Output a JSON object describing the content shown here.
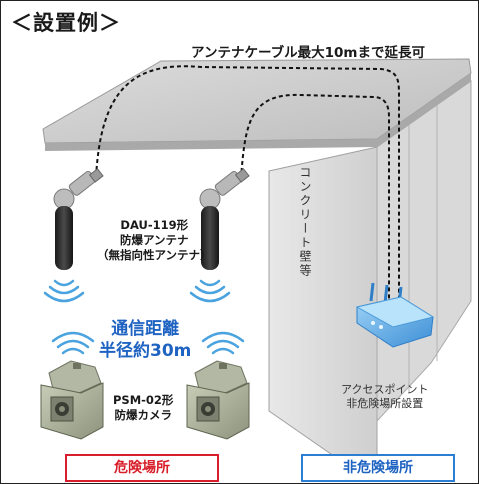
{
  "title": "＜設置例＞",
  "cable_note": "アンテナケーブル最大10mまで延長可",
  "antenna_label": [
    "DAU-119形",
    "防爆アンテナ",
    "（無指向性アンテナ）"
  ],
  "comm_range": [
    "通信距離",
    "半径約30m"
  ],
  "camera_label": [
    "PSM-02形",
    "防爆カメラ"
  ],
  "access_point_label": [
    "アクセスポイント",
    "非危険場所設置"
  ],
  "wall_label": "コンクリート壁等",
  "zones": {
    "hazardous": "危険場所",
    "non_hazardous": "非危険場所"
  },
  "colors": {
    "hazardous": "#d81e2a",
    "non_hazardous": "#2a7fd4",
    "range_text": "#1f63c2",
    "wifi_waves": "#4aa3df"
  },
  "icons": [
    "antenna-icon",
    "camera-icon",
    "access-point-icon",
    "wifi-wave-icon"
  ]
}
